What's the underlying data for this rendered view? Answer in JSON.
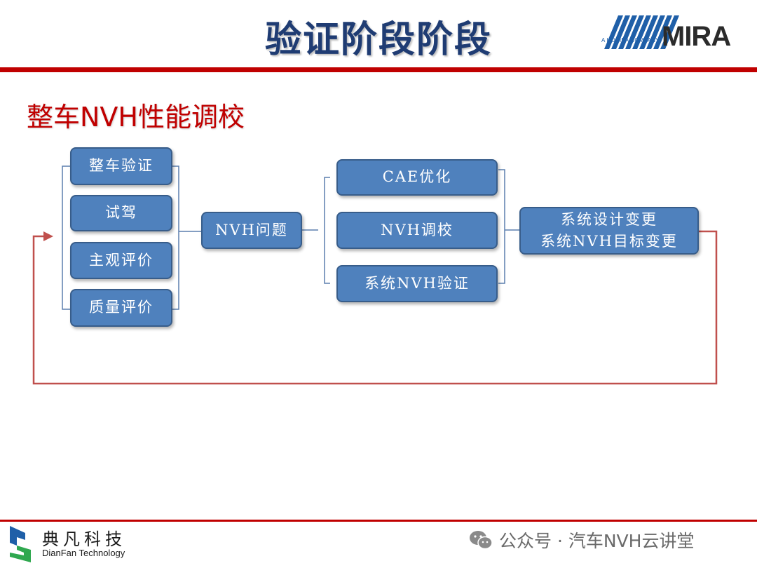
{
  "header": {
    "title": "验证阶段阶段"
  },
  "logo": {
    "tagline": "A HORIBA COMPANY",
    "wordmark": "MIRA"
  },
  "subtitle": "整车NVH性能调校",
  "diagram": {
    "inputs": [
      "整车验证",
      "试驾",
      "主观评价",
      "质量评价"
    ],
    "problem": "NVH问题",
    "actions": [
      "CAE优化",
      "NVH调校",
      "系统NVH验证"
    ],
    "outcome": {
      "line1": "系统设计变更",
      "line2": "系统NVH目标变更"
    },
    "colors": {
      "box_fill": "#4f81bd",
      "box_border": "#385d8a",
      "loop_arrow": "#c0504d"
    }
  },
  "footer": {
    "brand_cn": "典凡科技",
    "brand_en": "DianFan Technology",
    "watermark": "公众号 · 汽车NVH云讲堂"
  }
}
